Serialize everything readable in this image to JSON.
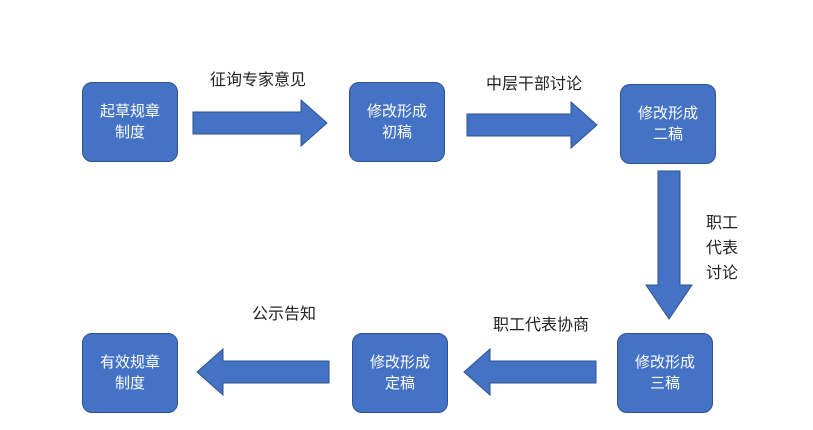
{
  "nodes": {
    "draft": {
      "line1": "起草规章",
      "line2": "制度"
    },
    "first": {
      "line1": "修改形成",
      "line2": "初稿"
    },
    "second": {
      "line1": "修改形成",
      "line2": "二稿"
    },
    "third": {
      "line1": "修改形成",
      "line2": "三稿"
    },
    "final": {
      "line1": "修改形成",
      "line2": "定稿"
    },
    "effective": {
      "line1": "有效规章",
      "line2": "制度"
    }
  },
  "edges": {
    "consult_experts": "征询专家意见",
    "middle_discussion": "中层干部讨论",
    "staff_discussion": {
      "line1": "职工",
      "line2": "代表",
      "line3": "讨论"
    },
    "staff_negotiation": "职工代表协商",
    "public_notice": "公示告知"
  },
  "colors": {
    "node_fill": "#4472c4",
    "node_border": "#2f528f",
    "arrow_fill": "#4472c4"
  }
}
